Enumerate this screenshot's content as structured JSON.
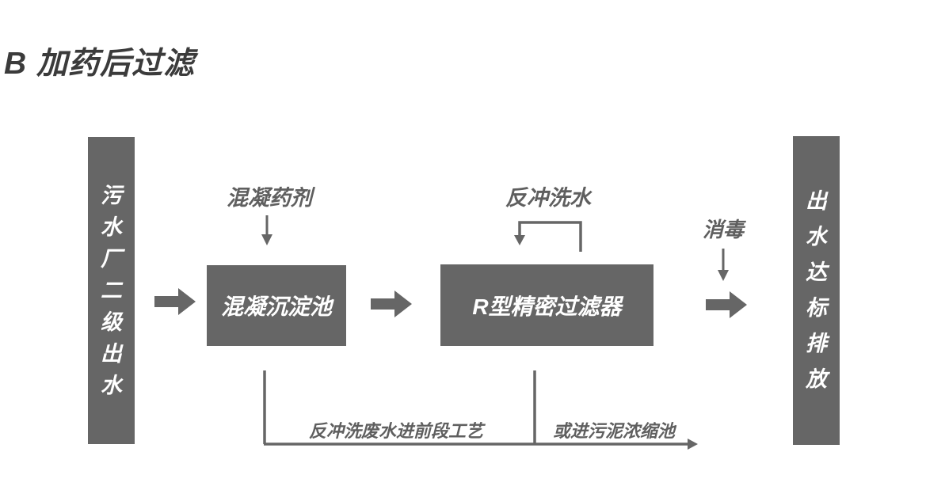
{
  "title": "B 加药后过滤",
  "flow": {
    "source": "污水厂二级出水",
    "stage1": "混凝沉淀池",
    "stage2": "R型精密过滤器",
    "output": "出水达标排放",
    "dosing_label": "混凝药剂",
    "backwash_label": "反冲洗水",
    "disinfect_label": "消毒",
    "drain_front_label": "反冲洗废水进前段工艺",
    "drain_sludge_label": "或进污泥浓缩池"
  },
  "colors": {
    "background": "#ffffff",
    "box_fill": "#666666",
    "box_text": "#ffffff",
    "line": "#666666",
    "label_text": "#5f5f5f",
    "title_text": "#3b3b3b"
  }
}
